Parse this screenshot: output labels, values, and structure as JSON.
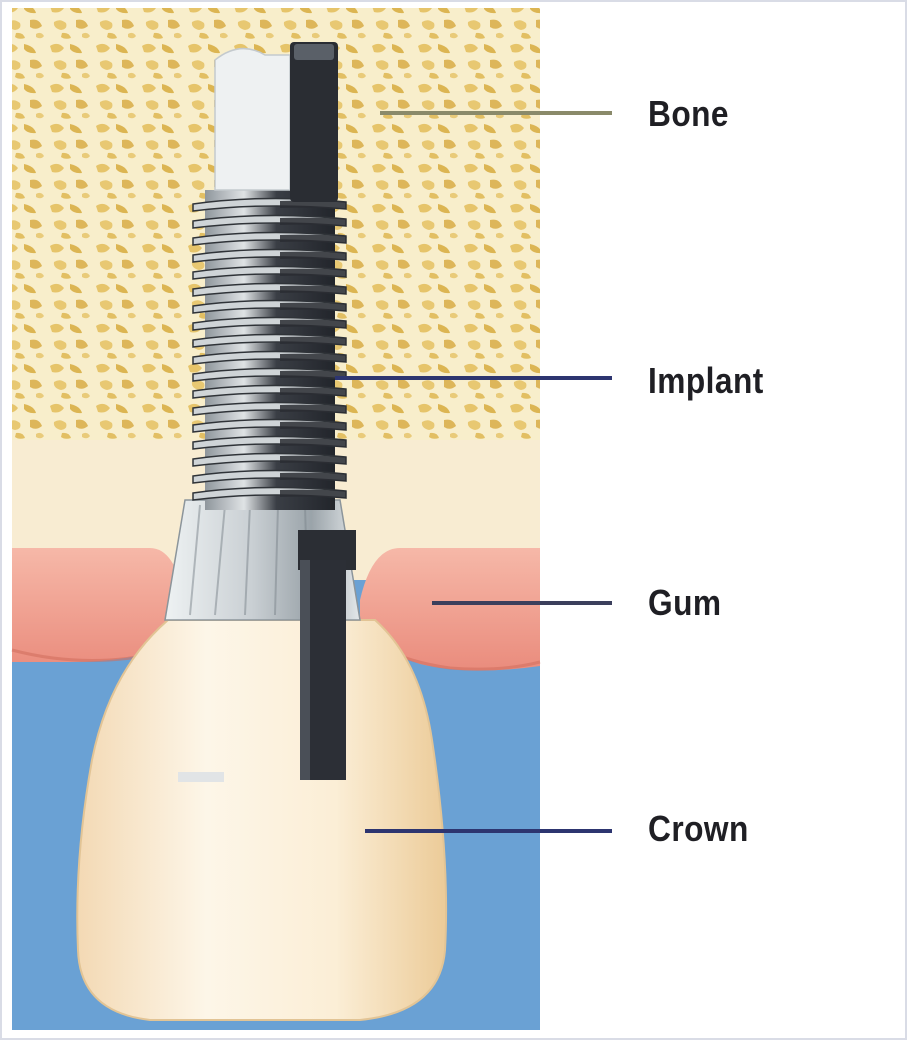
{
  "labels": {
    "bone": "Bone",
    "implant": "Implant",
    "gum": "Gum",
    "crown": "Crown"
  },
  "colors": {
    "bone_bg": "#f6edc9",
    "bone_speckle": "#e3c060",
    "gum": "#ef9c8c",
    "mouth_bg": "#6aa1d4",
    "crown": "#faefd9",
    "implant_dark": "#2c2f36",
    "implant_light": "#d6dadd",
    "leader_line": "#2d3570"
  }
}
